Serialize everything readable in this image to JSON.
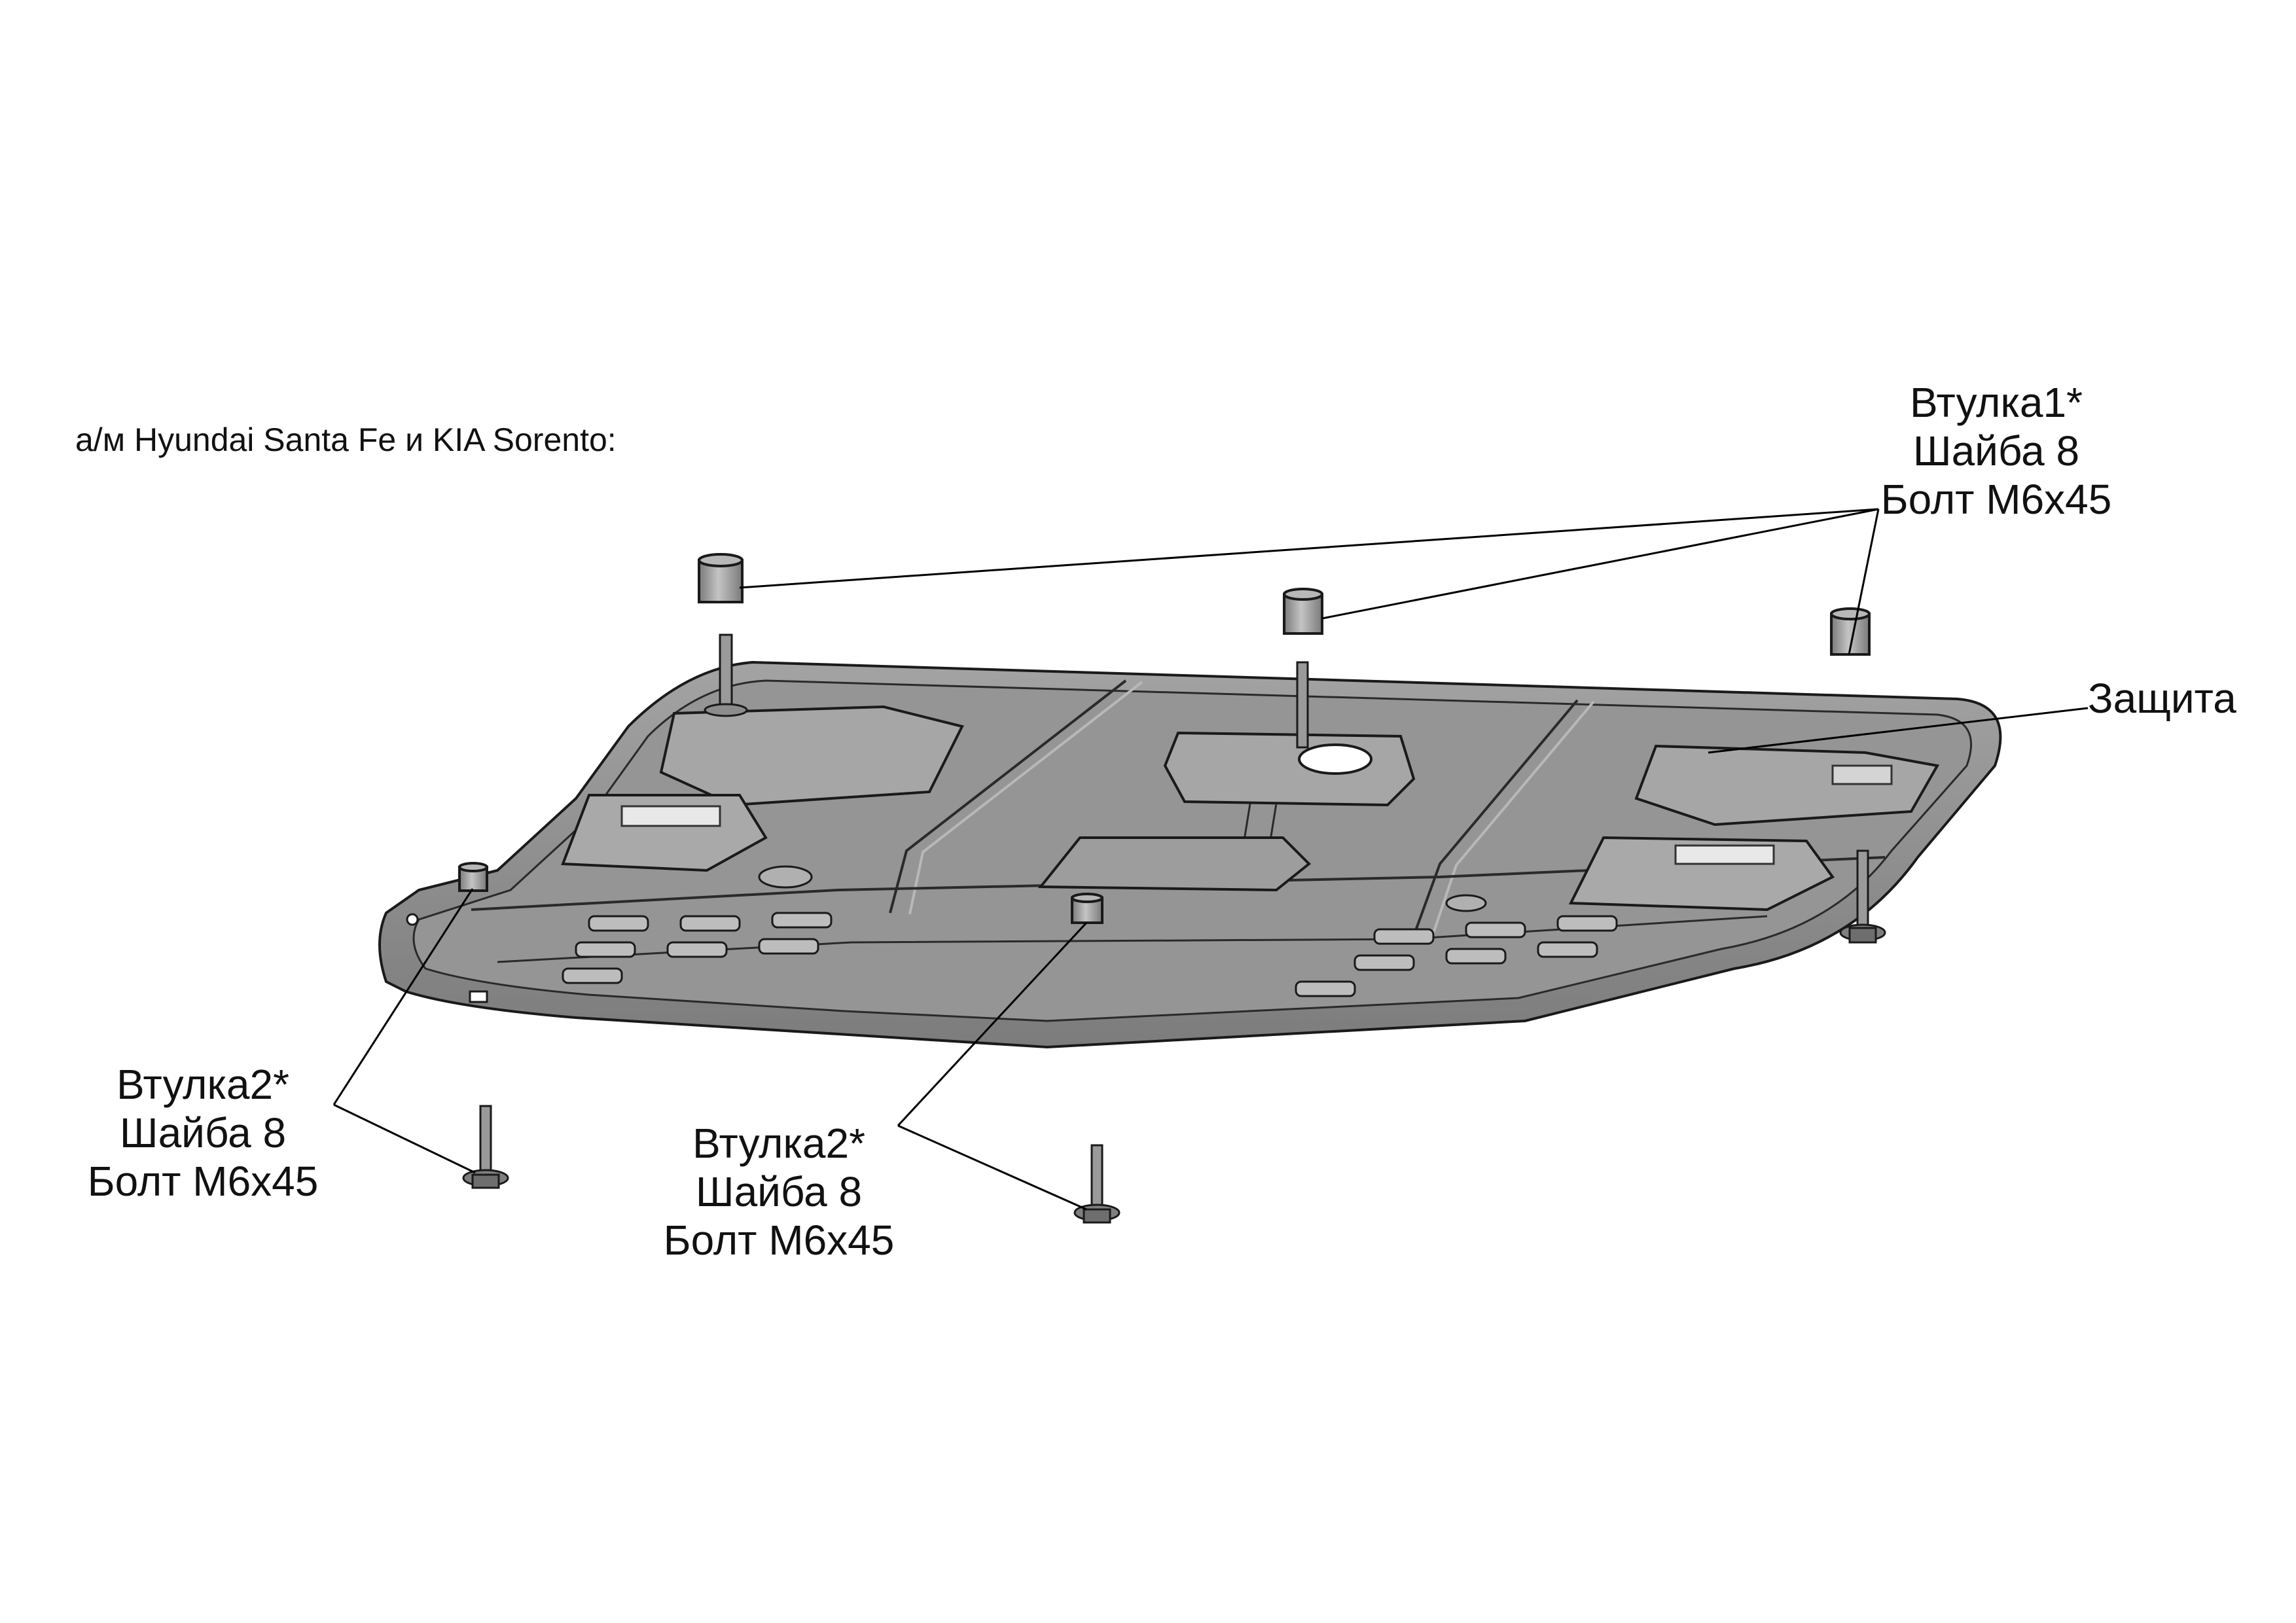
{
  "caption": "а/м Hyundai Santa Fe и KIA Sorento:",
  "labels": {
    "top_right": {
      "line1": "Втулка1*",
      "line2": "Шайба 8",
      "line3": "Болт М6х45"
    },
    "bottom_left": {
      "line1": "Втулка2*",
      "line2": "Шайба 8",
      "line3": "Болт М6х45"
    },
    "bottom_middle": {
      "line1": "Втулка2*",
      "line2": "Шайба 8",
      "line3": "Болт М6х45"
    },
    "guard": "Защита"
  },
  "colors": {
    "plate_fill": "#8e8e8e",
    "plate_dark": "#6e6e6e",
    "plate_light": "#b9b9b9",
    "outline": "#1a1a1a",
    "leader": "#000000"
  },
  "icons": [
    "bushing-icon",
    "bolt-icon",
    "skid-plate-illustration"
  ]
}
